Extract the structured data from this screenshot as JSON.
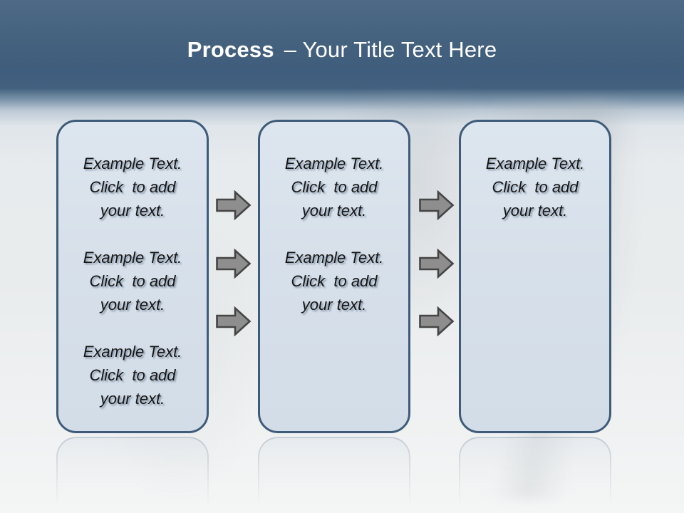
{
  "title": {
    "keyword": "Process",
    "rest": "– Your Title Text Here"
  },
  "boxes": [
    {
      "name": "step-1",
      "paragraphs": [
        "Example Text.\nClick  to add\nyour text.",
        "Example Text.\nClick  to add\nyour text.",
        "Example Text.\nClick  to add\nyour text."
      ]
    },
    {
      "name": "step-2",
      "paragraphs": [
        "Example Text.\nClick  to add\nyour text.",
        "Example Text.\nClick  to add\nyour text."
      ]
    },
    {
      "name": "step-3",
      "paragraphs": [
        "Example Text.\nClick  to add\nyour text."
      ]
    }
  ],
  "arrows": {
    "direction": "right",
    "between_step1_step2_count": 3,
    "between_step2_step3_count": 3
  },
  "colors": {
    "header_top": "#4e6a86",
    "header_bottom": "#3f5d7c",
    "body_background": "#e9eced",
    "box_fill": "#d8e1ea",
    "box_border": "#3e5b7a",
    "arrow_fill": "#8e8e8e",
    "arrow_stroke": "#454545",
    "title_text": "#ffffff",
    "box_text": "#161616"
  }
}
